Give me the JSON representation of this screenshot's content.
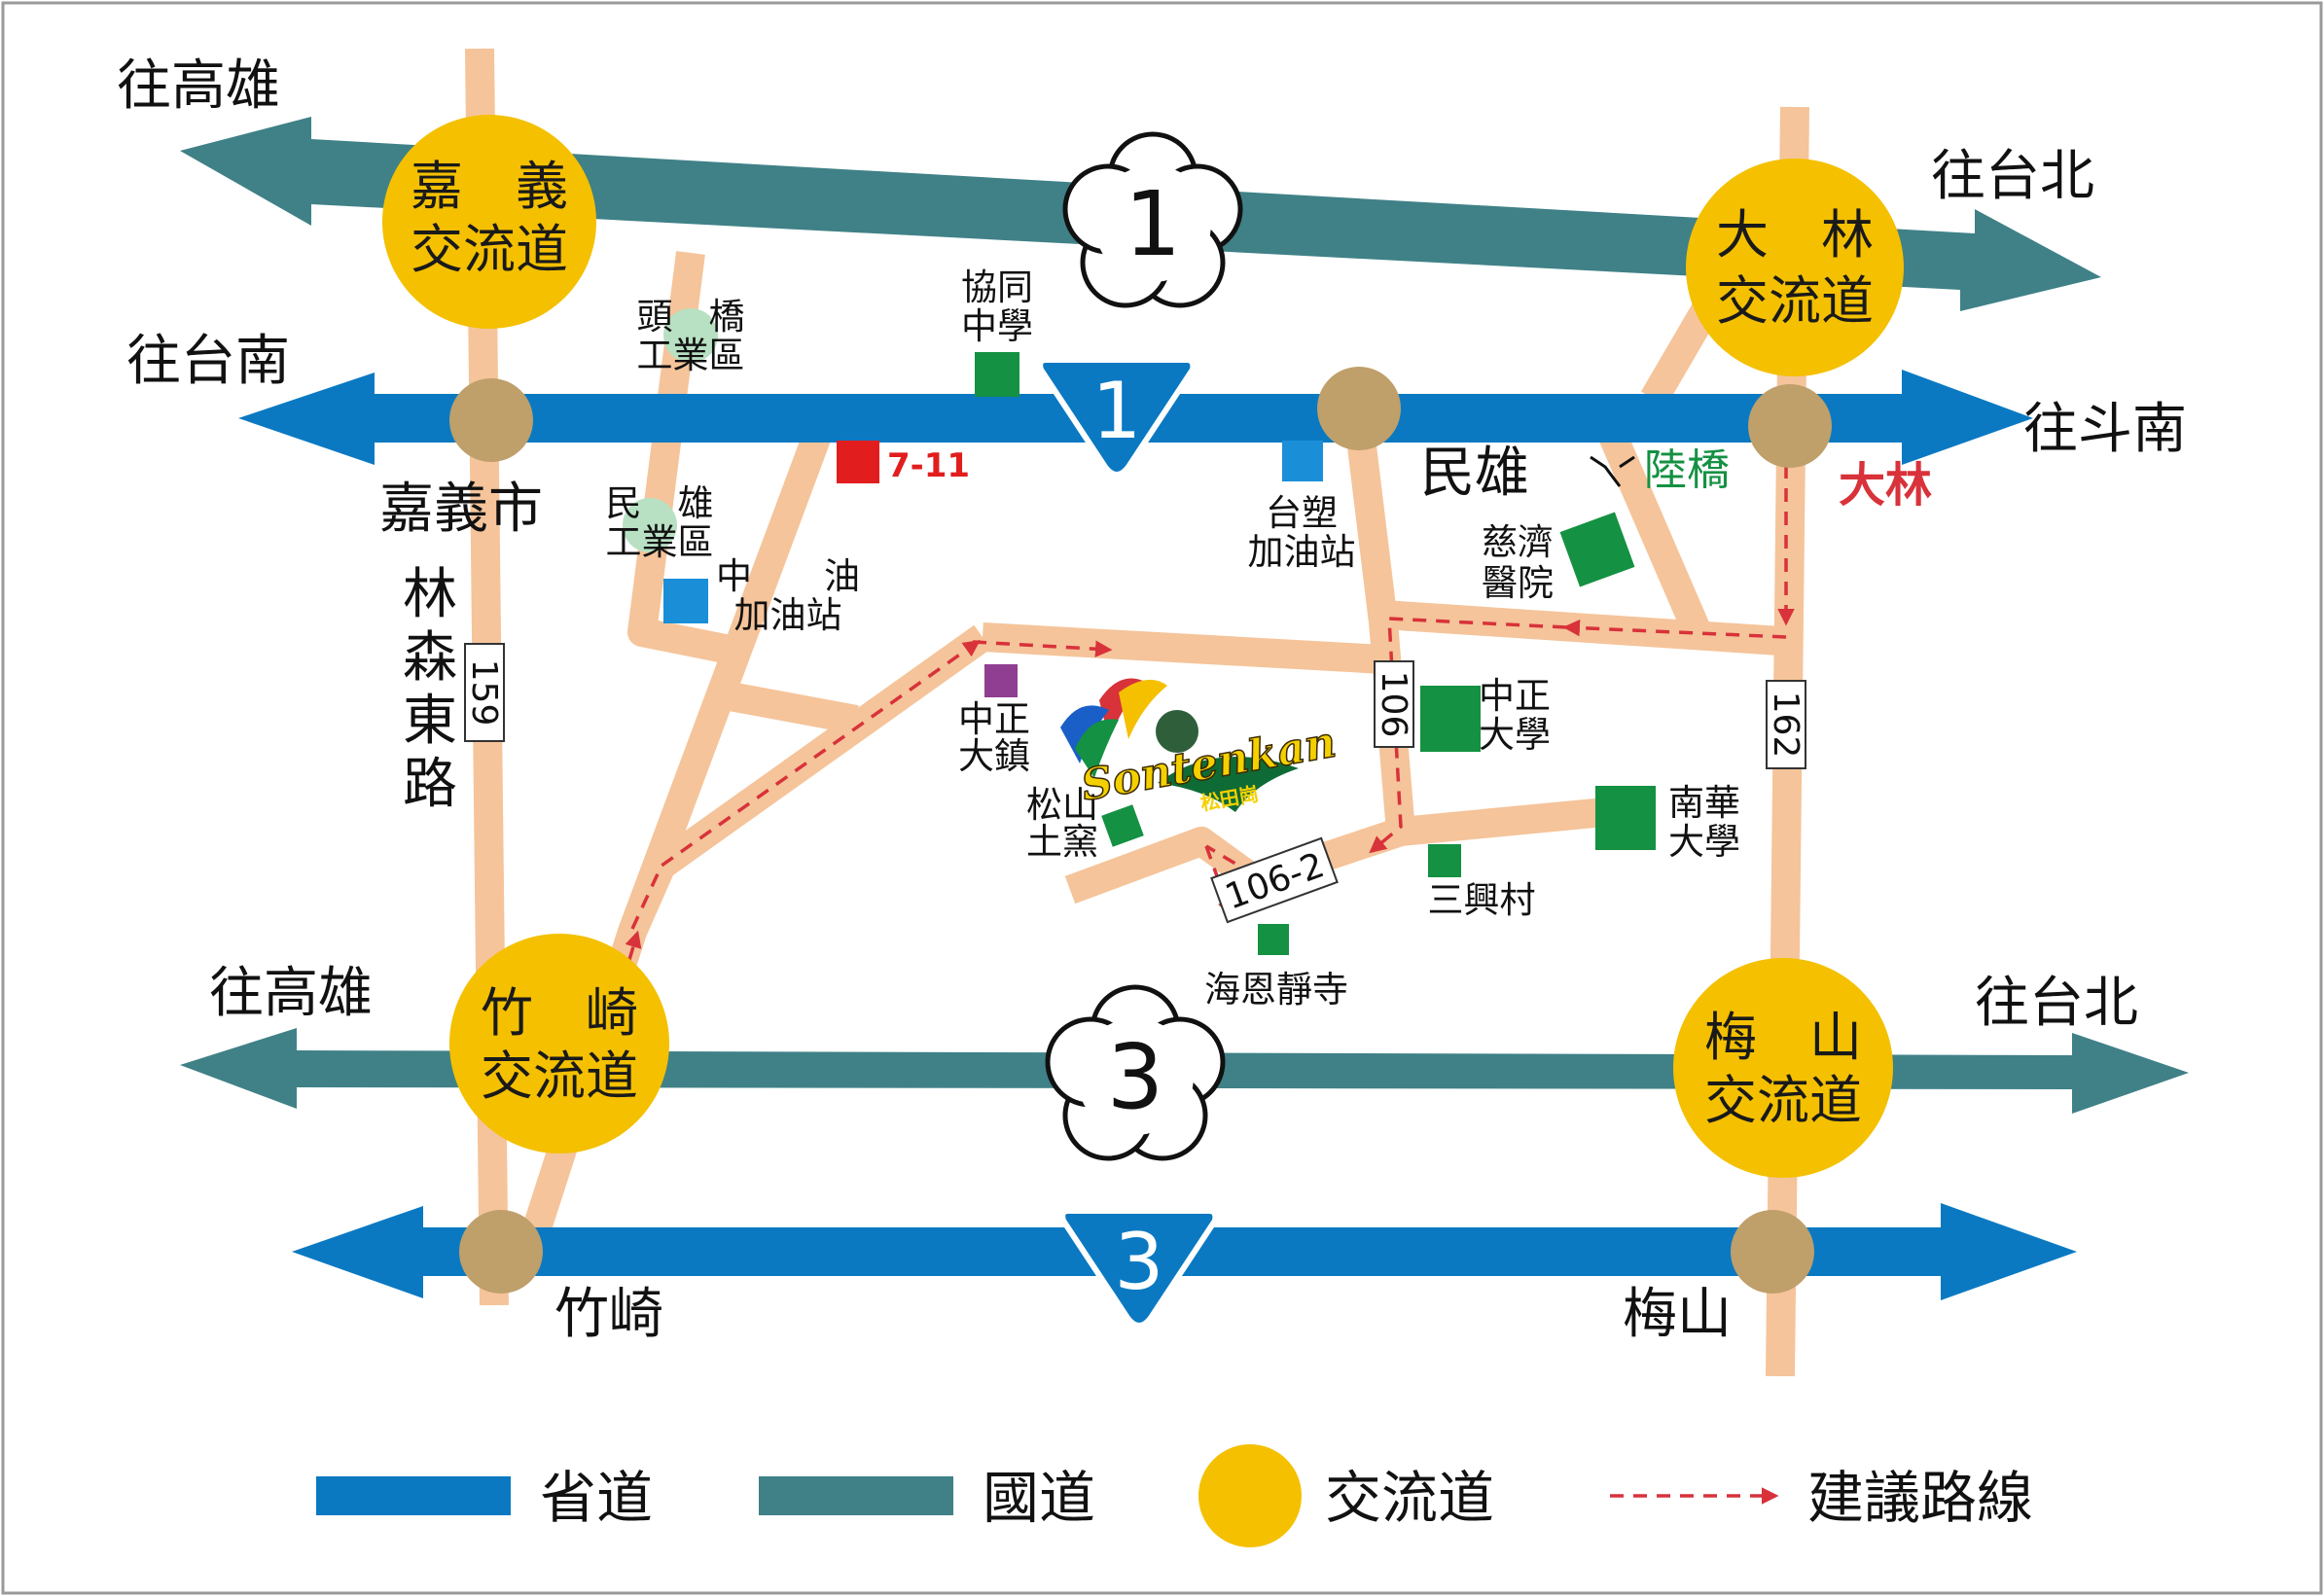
{
  "colors": {
    "provincial_road": "#0a79c2",
    "national_freeway": "#3f8187",
    "interchange": "#f4c000",
    "junction": "#bf9f6a",
    "local_road": "#f5c49a",
    "route_dash": "#d8323a",
    "landmark_green": "#149142",
    "landmark_blue": "#1a8fd8",
    "landmark_red": "#e21d1d",
    "landmark_purple": "#8f3e92",
    "industrial_zone": "#b8e0c2"
  },
  "directions": {
    "to_kaohsiung_top": "往高雄",
    "to_taipei_top": "往台北",
    "to_tainan": "往台南",
    "to_dounan": "往斗南",
    "to_kaohsiung_bottom": "往高雄",
    "to_taipei_bottom": "往台北"
  },
  "interchanges": {
    "chiayi": {
      "line1": "嘉　義",
      "line2": "交流道"
    },
    "dalin": {
      "line1": "大　林",
      "line2": "交流道"
    },
    "zhuqi": {
      "line1": "竹　崎",
      "line2": "交流道"
    },
    "meishan": {
      "line1": "梅　山",
      "line2": "交流道"
    }
  },
  "freeways": {
    "top": "1",
    "bottom": "3"
  },
  "provincial": {
    "top": "1",
    "bottom": "3"
  },
  "routes": {
    "r159": "159",
    "r106": "106",
    "r162": "162",
    "r106_2": "106-2"
  },
  "places": {
    "chiayi_city": "嘉義市",
    "linsen_east_road": [
      "林",
      "森",
      "東",
      "路"
    ],
    "minxiong": "民雄",
    "dalin": "大林",
    "lu_bridge": "陸橋",
    "zhuqi": "竹崎",
    "meishan": "梅山"
  },
  "landmarks": {
    "touqiao_industrial": {
      "line1": "頭　橋",
      "line2": "工業區"
    },
    "minxiong_industrial": {
      "line1": "民　雄",
      "line2": "工業區"
    },
    "cpc_gas": {
      "line1": "中　　油",
      "line2": "加油站"
    },
    "xietong_school": {
      "line1": "協同",
      "line2": "中學"
    },
    "seven_eleven": "7-11",
    "formosa_gas": {
      "line1": "台塑",
      "line2": "加油站"
    },
    "tzuchi_hospital": {
      "line1": "慈濟",
      "line2": "醫院"
    },
    "ccu": {
      "line1": "中正",
      "line2": "大學"
    },
    "zhongzheng_town": {
      "line1": "中正",
      "line2": "大鎮"
    },
    "songshan_kiln": {
      "line1": "松山",
      "line2": "土窯"
    },
    "nanhua_univ": {
      "line1": "南華",
      "line2": "大學"
    },
    "sanxing_village": "三興村",
    "haien_temple": "海恩靜寺"
  },
  "logo": {
    "text": "Sontenkan",
    "subtext": "松田崗"
  },
  "legend": {
    "provincial": "省道",
    "national": "國道",
    "interchange": "交流道",
    "suggested_route": "建議路線"
  }
}
